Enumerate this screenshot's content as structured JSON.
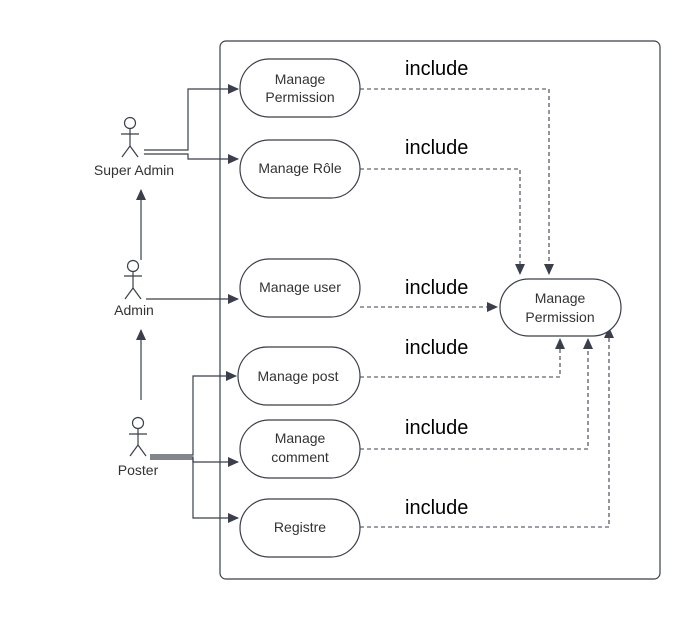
{
  "diagram": {
    "colors": {
      "stroke": "#3a3f4b",
      "text": "#333333",
      "arrow": "#3a3f4b",
      "background": "#ffffff"
    },
    "actors": [
      {
        "id": "super_admin",
        "label": "Super Admin"
      },
      {
        "id": "admin",
        "label": "Admin"
      },
      {
        "id": "poster",
        "label": "Poster"
      }
    ],
    "use_cases": [
      {
        "id": "manage_permission_top",
        "lines": [
          "Manage",
          "Permission"
        ]
      },
      {
        "id": "manage_role",
        "lines": [
          "Manage Rôle"
        ]
      },
      {
        "id": "manage_user",
        "lines": [
          "Manage user"
        ]
      },
      {
        "id": "manage_permission_main",
        "lines": [
          "Manage",
          "Permission"
        ]
      },
      {
        "id": "manage_post",
        "lines": [
          "Manage post"
        ]
      },
      {
        "id": "manage_comment",
        "lines": [
          "Manage",
          "comment"
        ]
      },
      {
        "id": "registre",
        "lines": [
          "Registre"
        ]
      }
    ],
    "include_labels": [
      "include",
      "include",
      "include",
      "include",
      "include",
      "include"
    ]
  }
}
